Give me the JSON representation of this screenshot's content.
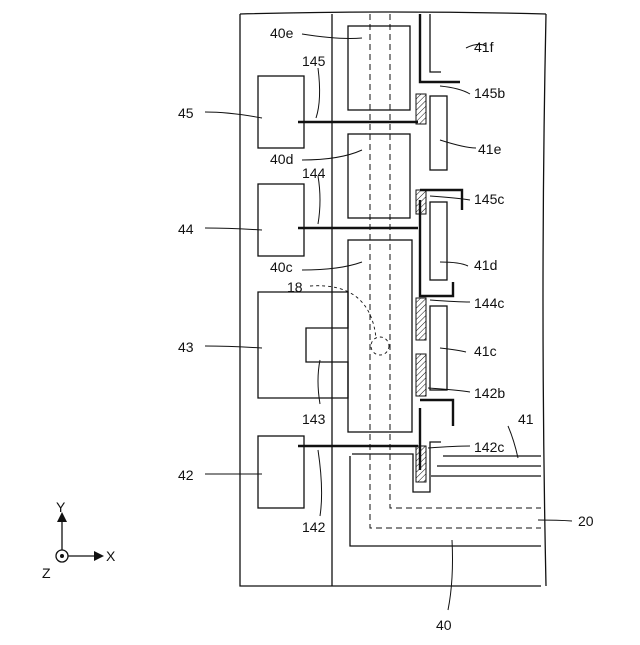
{
  "labels": {
    "l40e": "40e",
    "l145": "145",
    "l145b": "145b",
    "l41f": "41f",
    "l45": "45",
    "l40d": "40d",
    "l41e": "41e",
    "l144": "144",
    "l145c": "145c",
    "l44": "44",
    "l40c": "40c",
    "l41d": "41d",
    "l18": "18",
    "l144c": "144c",
    "l43": "43",
    "l41c": "41c",
    "l143": "143",
    "l142b": "142b",
    "l41": "41",
    "l142c": "142c",
    "l42": "42",
    "l142": "142",
    "l20": "20",
    "l40": "40"
  },
  "axes": {
    "y": "Y",
    "x": "X",
    "z": "Z"
  }
}
